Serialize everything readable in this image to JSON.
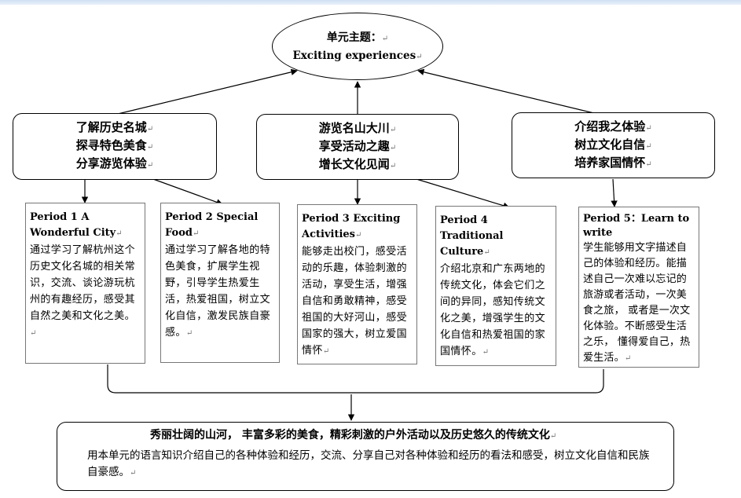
{
  "center": {
    "title": "单元主题：",
    "subtitle": "Exciting experiences"
  },
  "themes": [
    {
      "lines": [
        "了解历史名城",
        "探寻特色美食",
        "分享游览体验"
      ]
    },
    {
      "lines": [
        "游览名山大川",
        "享受活动之趣",
        "增长文化见闻"
      ]
    },
    {
      "lines": [
        "介绍我之体验",
        "树立文化自信",
        "培养家国情怀"
      ]
    }
  ],
  "periods": [
    {
      "title": "Period 1 A Wonderful City",
      "body": "通过学习了解杭州这个历史文化名城的相关常识，交流、谈论游玩杭州的有趣经历，感受其自然之美和文化之美。"
    },
    {
      "title": "Period 2 Special Food",
      "body": "通过学习了解各地的特色美食，扩展学生视野，引导学生热爱生活，热爱祖国，树立文化自信，激发民族自豪感。"
    },
    {
      "title": "Period 3 Exciting Activities",
      "body": "能够走出校门，感受活动的乐趣，体验刺激的活动，享受生活，增强自信和勇敢精神，感受祖国的大好河山，感受国家的强大，树立爱国情怀"
    },
    {
      "title": "Period 4 Traditional Culture",
      "body": "介绍北京和广东两地的传统文化，体会它们之间的异同，感知传统文化之美，增强学生的文化自信和热爱祖国的家国情怀。"
    },
    {
      "title": "Period 5：Learn to write",
      "body": "学生能够用文字描述自己的体验和经历。能描述自己一次难以忘记的旅游或者活动，一次美食之旅， 或者是一次文化体验。不断感受生活之乐， 懂得爱自己，热爱生活。"
    }
  ],
  "summary": {
    "title": "秀丽壮阔的山河， 丰富多彩的美食，精彩刺激的户外活动以及历史悠久的传统文化",
    "body": "用本单元的语言知识介绍自己的各种体验和经历，交流、分享自己对各种体验和经历的看法和感受，树立文化自信和民族自豪感。"
  },
  "marks": {
    "para": "↵"
  }
}
